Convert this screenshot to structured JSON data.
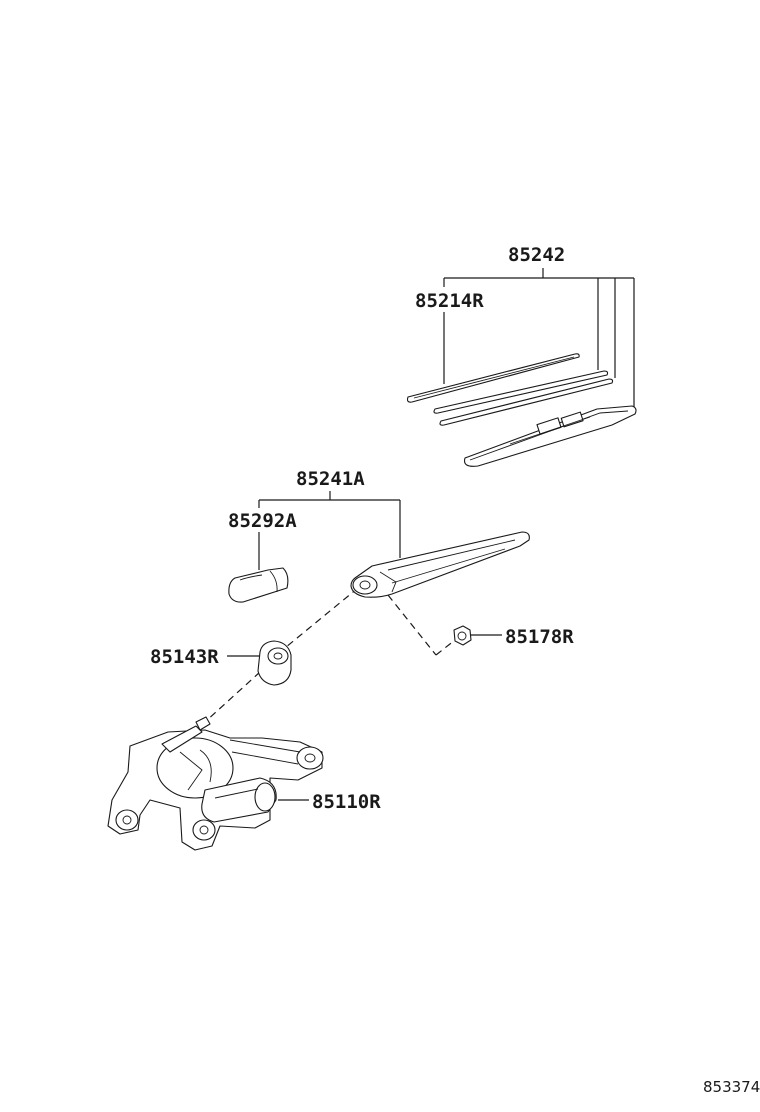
{
  "labels": {
    "blade_assembly": "85242",
    "blade_rubber": "85214R",
    "arm_assembly": "85241A",
    "arm_cap": "85292A",
    "pivot_cap": "85143R",
    "arm_nut": "85178R",
    "motor_assembly": "85110R"
  },
  "reference": "853374"
}
